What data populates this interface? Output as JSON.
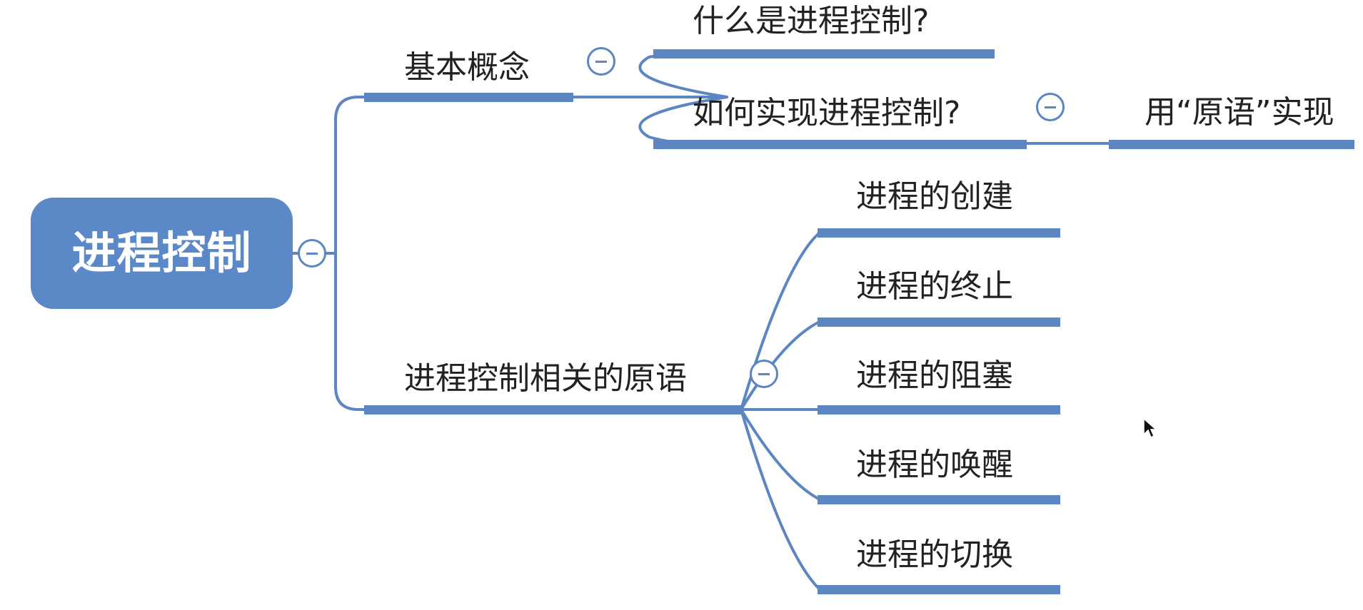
{
  "diagram": {
    "root": {
      "label": "进程控制"
    },
    "branches": [
      {
        "id": "basic",
        "label": "基本概念",
        "children": [
          {
            "label": "什么是进程控制?"
          },
          {
            "label": "如何实现进程控制?",
            "children": [
              {
                "label": "用“原语”实现"
              }
            ]
          }
        ]
      },
      {
        "id": "primitives",
        "label": "进程控制相关的原语",
        "children": [
          {
            "label": "进程的创建"
          },
          {
            "label": "进程的终止"
          },
          {
            "label": "进程的阻塞"
          },
          {
            "label": "进程的唤醒"
          },
          {
            "label": "进程的切换"
          }
        ]
      }
    ],
    "colors": {
      "accent": "#5c86c2",
      "root_fill": "#5b88c7",
      "text": "#222222",
      "root_text": "#ffffff"
    },
    "icons": {
      "collapse": "collapse-minus-icon",
      "cursor": "mouse-pointer-icon"
    }
  }
}
